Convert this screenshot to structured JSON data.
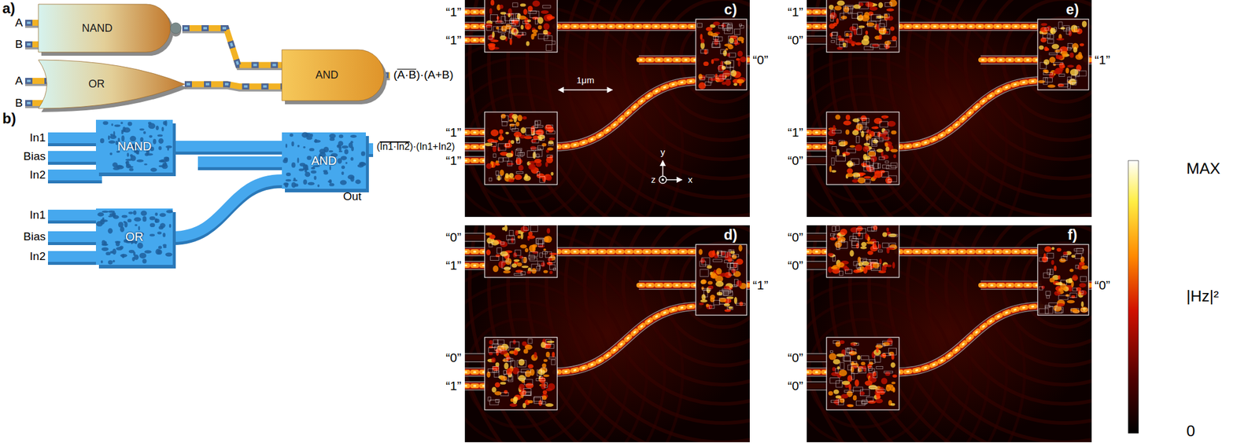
{
  "diagram": {
    "nodes": [
      {
        "text": [
          "NAND"
        ]
      },
      {
        "text": [
          "OR"
        ]
      },
      {
        "text": [
          "AND"
        ]
      },
      {
        "text": [
          "NAND"
        ]
      },
      {
        "text": [
          "AND"
        ]
      },
      {
        "text": [
          "OR"
        ]
      }
    ],
    "edges": [
      {
        "from": 0,
        "to": 2,
        "arrow": "none"
      },
      {
        "from": 1,
        "to": 2,
        "arrow": "none"
      },
      {
        "from": 3,
        "to": 4,
        "arrow": "none"
      },
      {
        "from": 5,
        "to": 4,
        "arrow": "none"
      }
    ],
    "labels": [
      "a)",
      "A",
      "B",
      "A",
      "B",
      "(A·B)·(A+B)",
      "b)",
      "In1",
      "Bias",
      "In2",
      "(In1·In2)·(In1+In2)",
      "Out",
      "In1",
      "Bias",
      "In2",
      "c)",
      "“1”",
      "“1”",
      "“1”",
      "“1”",
      "“0”",
      "1μm",
      "y",
      "z",
      "x",
      "d)",
      "“0”",
      "“1”",
      "“0”",
      "“1”",
      "“1”",
      "e)",
      "“1”",
      "“0”",
      "“1”",
      "“0”",
      "“1”",
      "f)",
      "“0”",
      "“0”",
      "“0”",
      "“0”",
      "“0”",
      "MAX",
      "|Hz|²",
      "0"
    ]
  }
}
